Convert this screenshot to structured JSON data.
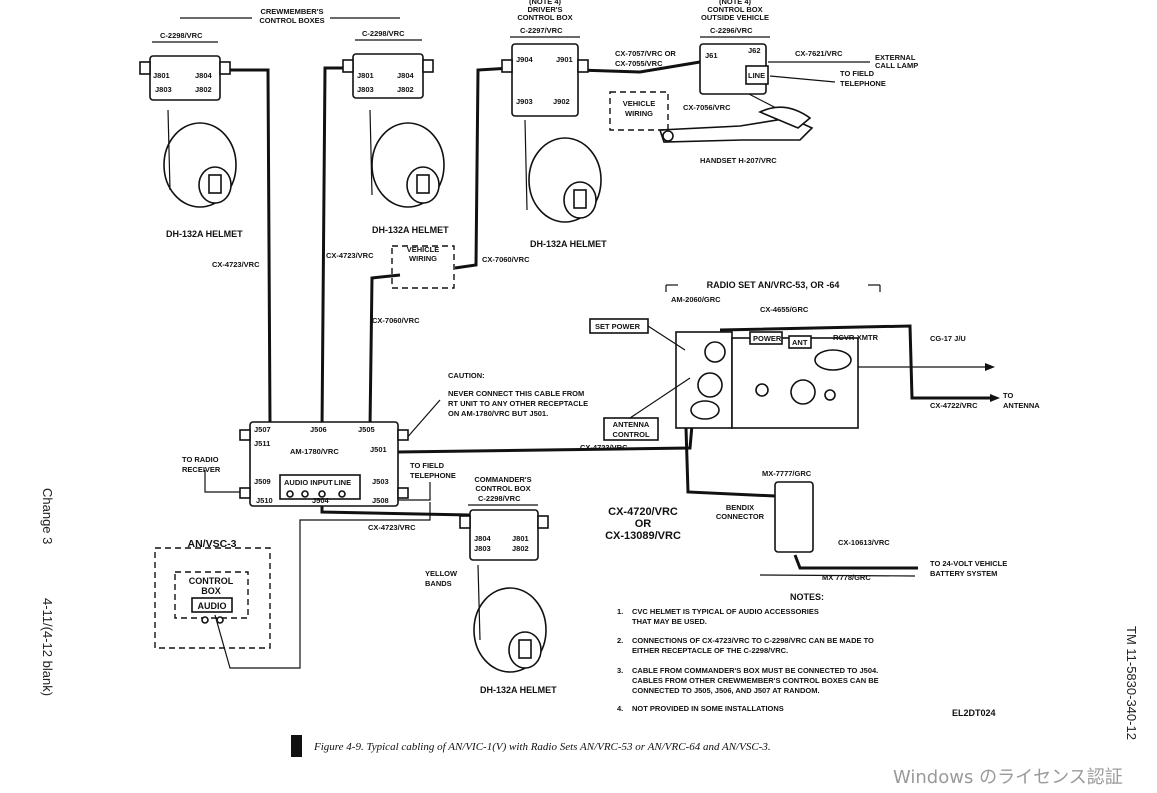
{
  "page": {
    "side_left_1": "Change 3",
    "side_left_2": "4-11/(4-12 blank)",
    "side_right": "TM 11-5830-340-12",
    "figure_caption": "Figure 4-9. Typical cabling of AN/VIC-1(V) with Radio Sets AN/VRC-53 or AN/VRC-64 and AN/VSC-3.",
    "watermark": "Windows のライセンス認証"
  },
  "diagram": {
    "crew_boxes_title": "CREWMEMBER'S\nCONTROL BOXES",
    "crew_box_1": {
      "model": "C-2298/VRC",
      "j801": "J801",
      "j803": "J803",
      "j804": "J804",
      "j802": "J802"
    },
    "crew_box_2": {
      "model": "C-2298/VRC",
      "j801": "J801",
      "j803": "J803",
      "j804": "J804",
      "j802": "J802"
    },
    "driver_box": {
      "title": "(NOTE 4)\nDRIVER'S\nCONTROL BOX",
      "model": "C-2297/VRC",
      "j904": "J904",
      "j901": "J901",
      "j903": "J903",
      "j902": "J902"
    },
    "outside_box": {
      "title": "(NOTE 4)\nCONTROL BOX\nOUTSIDE VEHICLE",
      "model": "C-2296/VRC",
      "j61": "J61",
      "j62": "J62",
      "line": "LINE"
    },
    "helmet_label": "DH-132A HELMET",
    "cables": {
      "cx4723_left": "CX-4723/VRC",
      "cx4723_mid": "CX-4723/VRC",
      "cx7060_upper": "CX-7060/VRC",
      "cx7060_lower": "CX-7060/VRC",
      "cx7057": "CX-7057/VRC OR\nCX-7055/VRC",
      "cx7056": "CX-7056/VRC",
      "cx7621": "CX-7621/VRC",
      "cx4723_radio": "CX-4723/VRC",
      "cx4723_cmdr": "CX-4723/VRC",
      "cx4720": "CX-4720/VRC\nOR\nCX-13089/VRC",
      "cx4655": "CX-4655/GRC",
      "cx4722": "CX-4722/VRC",
      "cg17": "CG-17 J/U",
      "cx10613": "CX-10613/VRC",
      "mx7778": "MX 7778/GRC"
    },
    "vehicle_wiring_1": "VEHICLE\nWIRING",
    "vehicle_wiring_2": "VEHICLE\nWIRING",
    "external_call_lamp": "EXTERNAL\nCALL LAMP",
    "to_field_telephone_top": "TO FIELD\nTELEPHONE",
    "handset": "HANDSET H-207/VRC",
    "radio_set_title": "RADIO SET AN/VRC-53, OR -64",
    "am2060": "AM-2060/GRC",
    "set_power": "SET POWER",
    "power": "POWER",
    "ant": "ANT",
    "rcvr_xmtr": "RCVR-XMTR",
    "antenna_control": "ANTENNA\nCONTROL",
    "to_antenna": "TO\nANTENNA",
    "caution_title": "CAUTION:",
    "caution_text": "NEVER CONNECT THIS CABLE FROM\nRT UNIT TO ANY OTHER RECEPTACLE\nON AM-1780/VRC BUT J501.",
    "amplifier": {
      "model": "AM-1780/VRC",
      "j507": "J507",
      "j506": "J506",
      "j505": "J505",
      "j511": "J511",
      "j501": "J501",
      "j509": "J509",
      "j503": "J503",
      "j510": "J510",
      "j504": "J504",
      "j508": "J508",
      "audio_input": "AUDIO INPUT",
      "line": "LINE"
    },
    "to_radio_receiver": "TO RADIO\nRECEIVER",
    "to_field_telephone_amp": "TO FIELD\nTELEPHONE",
    "cmdr_box": {
      "title": "COMMANDER'S\nCONTROL BOX",
      "model": "C-2298/VRC",
      "j804": "J804",
      "j803": "J803",
      "j801": "J801",
      "j802": "J802"
    },
    "yellow_bands": "YELLOW\nBANDS",
    "mx7777": "MX-7777/GRC",
    "bendix": "BENDIX\nCONNECTOR",
    "to_battery": "TO 24-VOLT VEHICLE\nBATTERY SYSTEM",
    "vsc3": {
      "title": "AN/VSC-3",
      "control_box": "CONTROL\nBOX",
      "audio": "AUDIO"
    },
    "notes_title": "NOTES:",
    "notes": [
      {
        "num": "1.",
        "text": "CVC HELMET IS TYPICAL OF AUDIO ACCESSORIES\nTHAT MAY BE USED."
      },
      {
        "num": "2.",
        "text": "CONNECTIONS OF CX-4723/VRC TO C-2298/VRC CAN BE MADE TO\nEITHER RECEPTACLE OF THE C-2298/VRC."
      },
      {
        "num": "3.",
        "text": "CABLE FROM COMMANDER'S BOX MUST BE CONNECTED TO J504.\nCABLES FROM OTHER CREWMEMBER'S CONTROL BOXES CAN BE\nCONNECTED TO J505, J506, AND J507 AT RANDOM."
      },
      {
        "num": "4.",
        "text": "NOT PROVIDED IN SOME INSTALLATIONS"
      }
    ],
    "drawing_id": "EL2DT024"
  }
}
